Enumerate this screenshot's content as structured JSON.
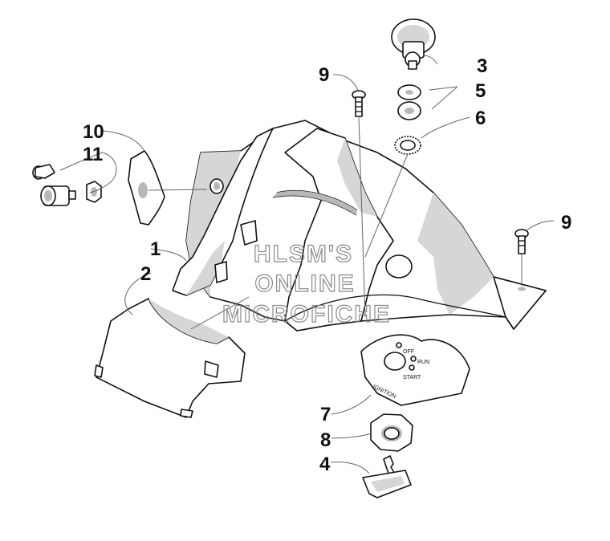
{
  "callouts": {
    "c1": "1",
    "c2": "2",
    "c3": "3",
    "c4": "4",
    "c5": "5",
    "c6": "6",
    "c7": "7",
    "c8": "8",
    "c9a": "9",
    "c9b": "9",
    "c10": "10",
    "c11": "11"
  },
  "watermark": {
    "line1": "HLSM'S",
    "line2": "ONLINE",
    "line3": "MICROFICHE"
  },
  "ignition_plate": {
    "off": "OFF",
    "run": "RUN",
    "start": "START",
    "ignition": "IGNITION"
  },
  "colors": {
    "ink": "#111111",
    "shading": "#d6d6d6",
    "watermark": "#8a8a8a"
  }
}
